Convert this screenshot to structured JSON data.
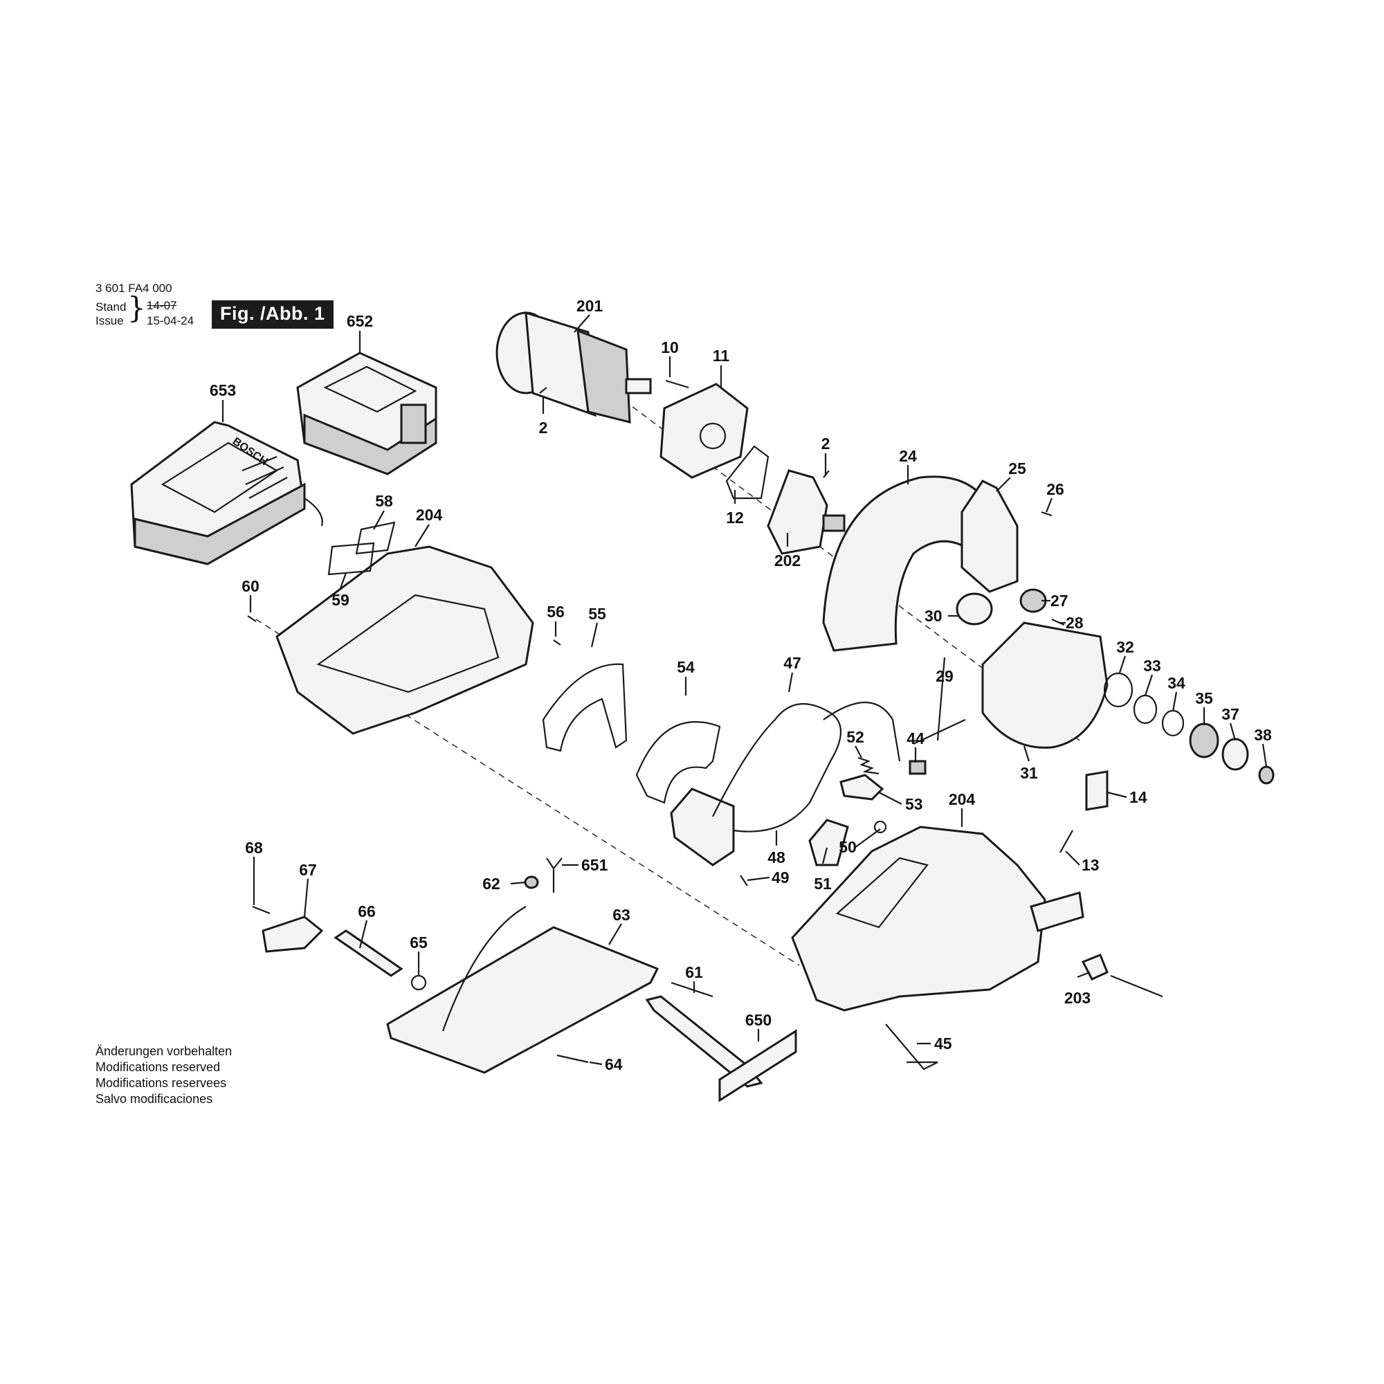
{
  "header": {
    "number": "3 601 FA4 000",
    "stand_label": "Stand",
    "issue_label": "Issue",
    "stand_date": "14-07",
    "issue_date": "15-04-24",
    "figure": "Fig. /Abb. 1"
  },
  "notes": [
    "Änderungen vorbehalten",
    "Modifications reserved",
    "Modifications reservees",
    "Salvo modificaciones"
  ],
  "brand_logo": "BOSCH",
  "part_numbers": {
    "p201": "201",
    "p652": "652",
    "p653": "653",
    "p10": "10",
    "p11": "11",
    "p2a": "2",
    "p2b": "2",
    "p24": "24",
    "p25": "25",
    "p26": "26",
    "p12": "12",
    "p202": "202",
    "p58": "58",
    "p204a": "204",
    "p59": "59",
    "p60": "60",
    "p56": "56",
    "p55": "55",
    "p54": "54",
    "p47": "47",
    "p27": "27",
    "p28": "28",
    "p30": "30",
    "p32": "32",
    "p33": "33",
    "p34": "34",
    "p35": "35",
    "p37": "37",
    "p38": "38",
    "p29": "29",
    "p31": "31",
    "p52": "52",
    "p44": "44",
    "p53": "53",
    "p204b": "204",
    "p14": "14",
    "p13": "13",
    "p48": "48",
    "p50": "50",
    "p49": "49",
    "p51": "51",
    "p68": "68",
    "p67": "67",
    "p66": "66",
    "p65": "65",
    "p62": "62",
    "p651": "651",
    "p63": "63",
    "p61": "61",
    "p650": "650",
    "p64": "64",
    "p45": "45",
    "p203": "203"
  }
}
